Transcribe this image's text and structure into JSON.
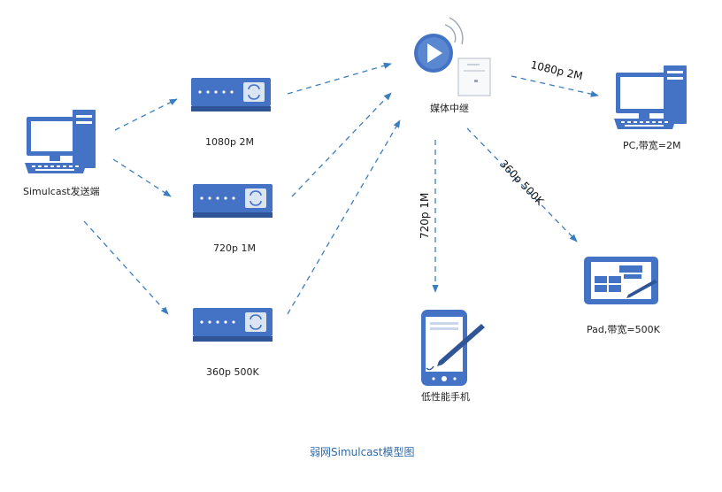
{
  "diagram": {
    "caption": "弱网Simulcast模型图",
    "sender_label": "Simulcast发送端",
    "relay_label": "媒体中继",
    "encoders": [
      {
        "label": "1080p 2M"
      },
      {
        "label": "720p 1M"
      },
      {
        "label": "360p 500K"
      }
    ],
    "receivers": {
      "pc": "PC,带宽=2M",
      "phone": "低性能手机",
      "pad": "Pad,带宽=500K"
    },
    "edge_labels": {
      "to_pc": "1080p 2M",
      "to_phone": "720p 1M",
      "to_pad": "360p 500K"
    },
    "colors": {
      "accent": "#4472c4",
      "accent_dark": "#2f5597",
      "line": "#3a7ec0",
      "caption": "#2f6aa8"
    }
  }
}
